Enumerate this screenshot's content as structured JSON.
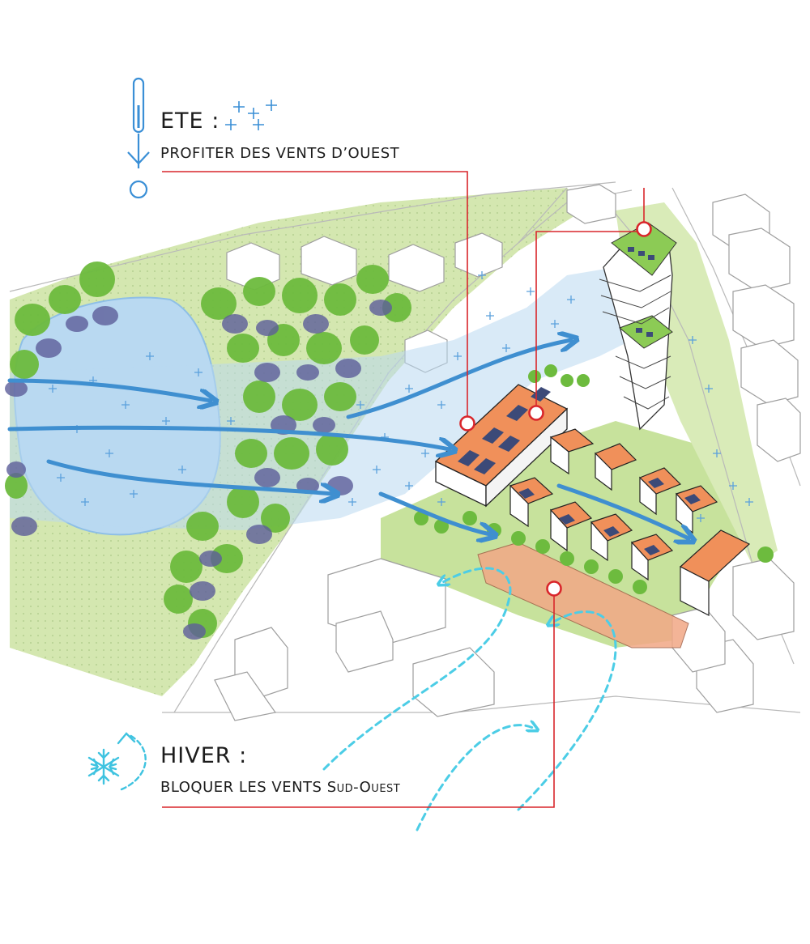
{
  "legend": {
    "summer": {
      "title": "ETE :",
      "subtitle": "PROFITER DES VENTS D’OUEST",
      "icon": "thermometer-icon",
      "marker_icon": "cool-cross-icon"
    },
    "winter": {
      "title": "HIVER :",
      "subtitle": "BLOQUER LES VENTS Sud-Ouest",
      "icon": "snowflake-icon"
    }
  },
  "colors": {
    "summer_wind": "#3f8fd0",
    "winter_wind": "#4ccde6",
    "callout_line": "#d9262b",
    "park_green": "#cfe3a8",
    "tree_green": "#6dbb3e",
    "roof_orange": "#f0905a",
    "water_blue": "#b9d9f1"
  }
}
